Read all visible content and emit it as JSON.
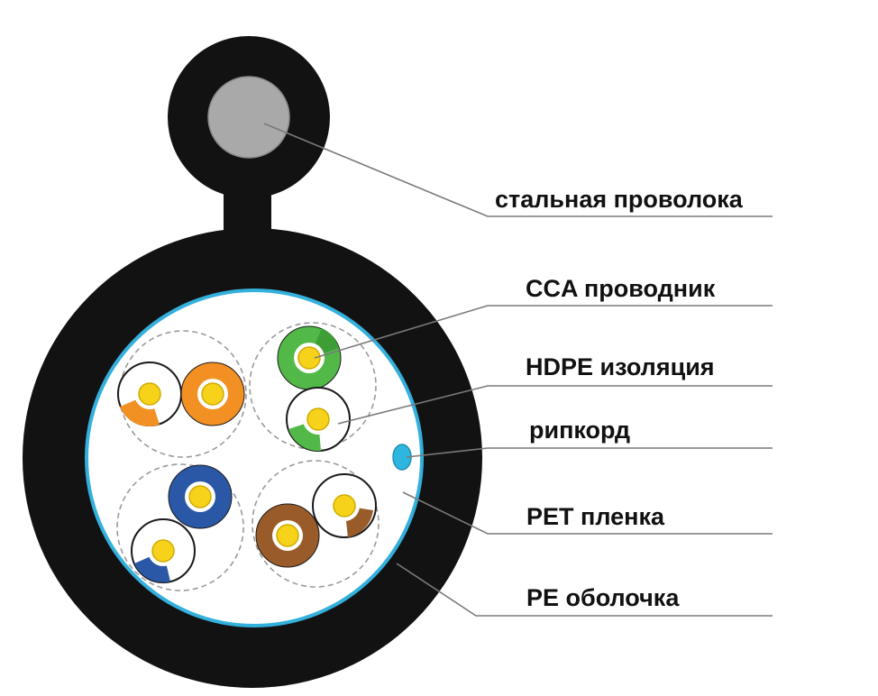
{
  "labels": {
    "steel_wire": "стальная проволока",
    "cca_conductor": "CCA проводник",
    "hdpe_insulation": "HDPE изоляция",
    "ripcord": "рипкорд",
    "pet_film": "PET пленка",
    "pe_sheath": "PE оболочка"
  },
  "colors": {
    "sheath": "#121212",
    "steel": "#a9a9a9",
    "pet_film": "#33b0dc",
    "ripcord": "#2fb6e0",
    "conductor": "#f7d21a",
    "pair_orange": "#f29023",
    "pair_green": "#52b948",
    "pair_blue": "#2b58a6",
    "pair_brown": "#9a5b2a",
    "leader_line": "#7a7a7a"
  },
  "pairs": [
    {
      "name": "orange",
      "solid": "pair_orange",
      "stripe": "pair_orange"
    },
    {
      "name": "green",
      "solid": "pair_green",
      "stripe": "pair_green"
    },
    {
      "name": "blue",
      "solid": "pair_blue",
      "stripe": "pair_blue"
    },
    {
      "name": "brown",
      "solid": "pair_brown",
      "stripe": "pair_brown"
    }
  ]
}
